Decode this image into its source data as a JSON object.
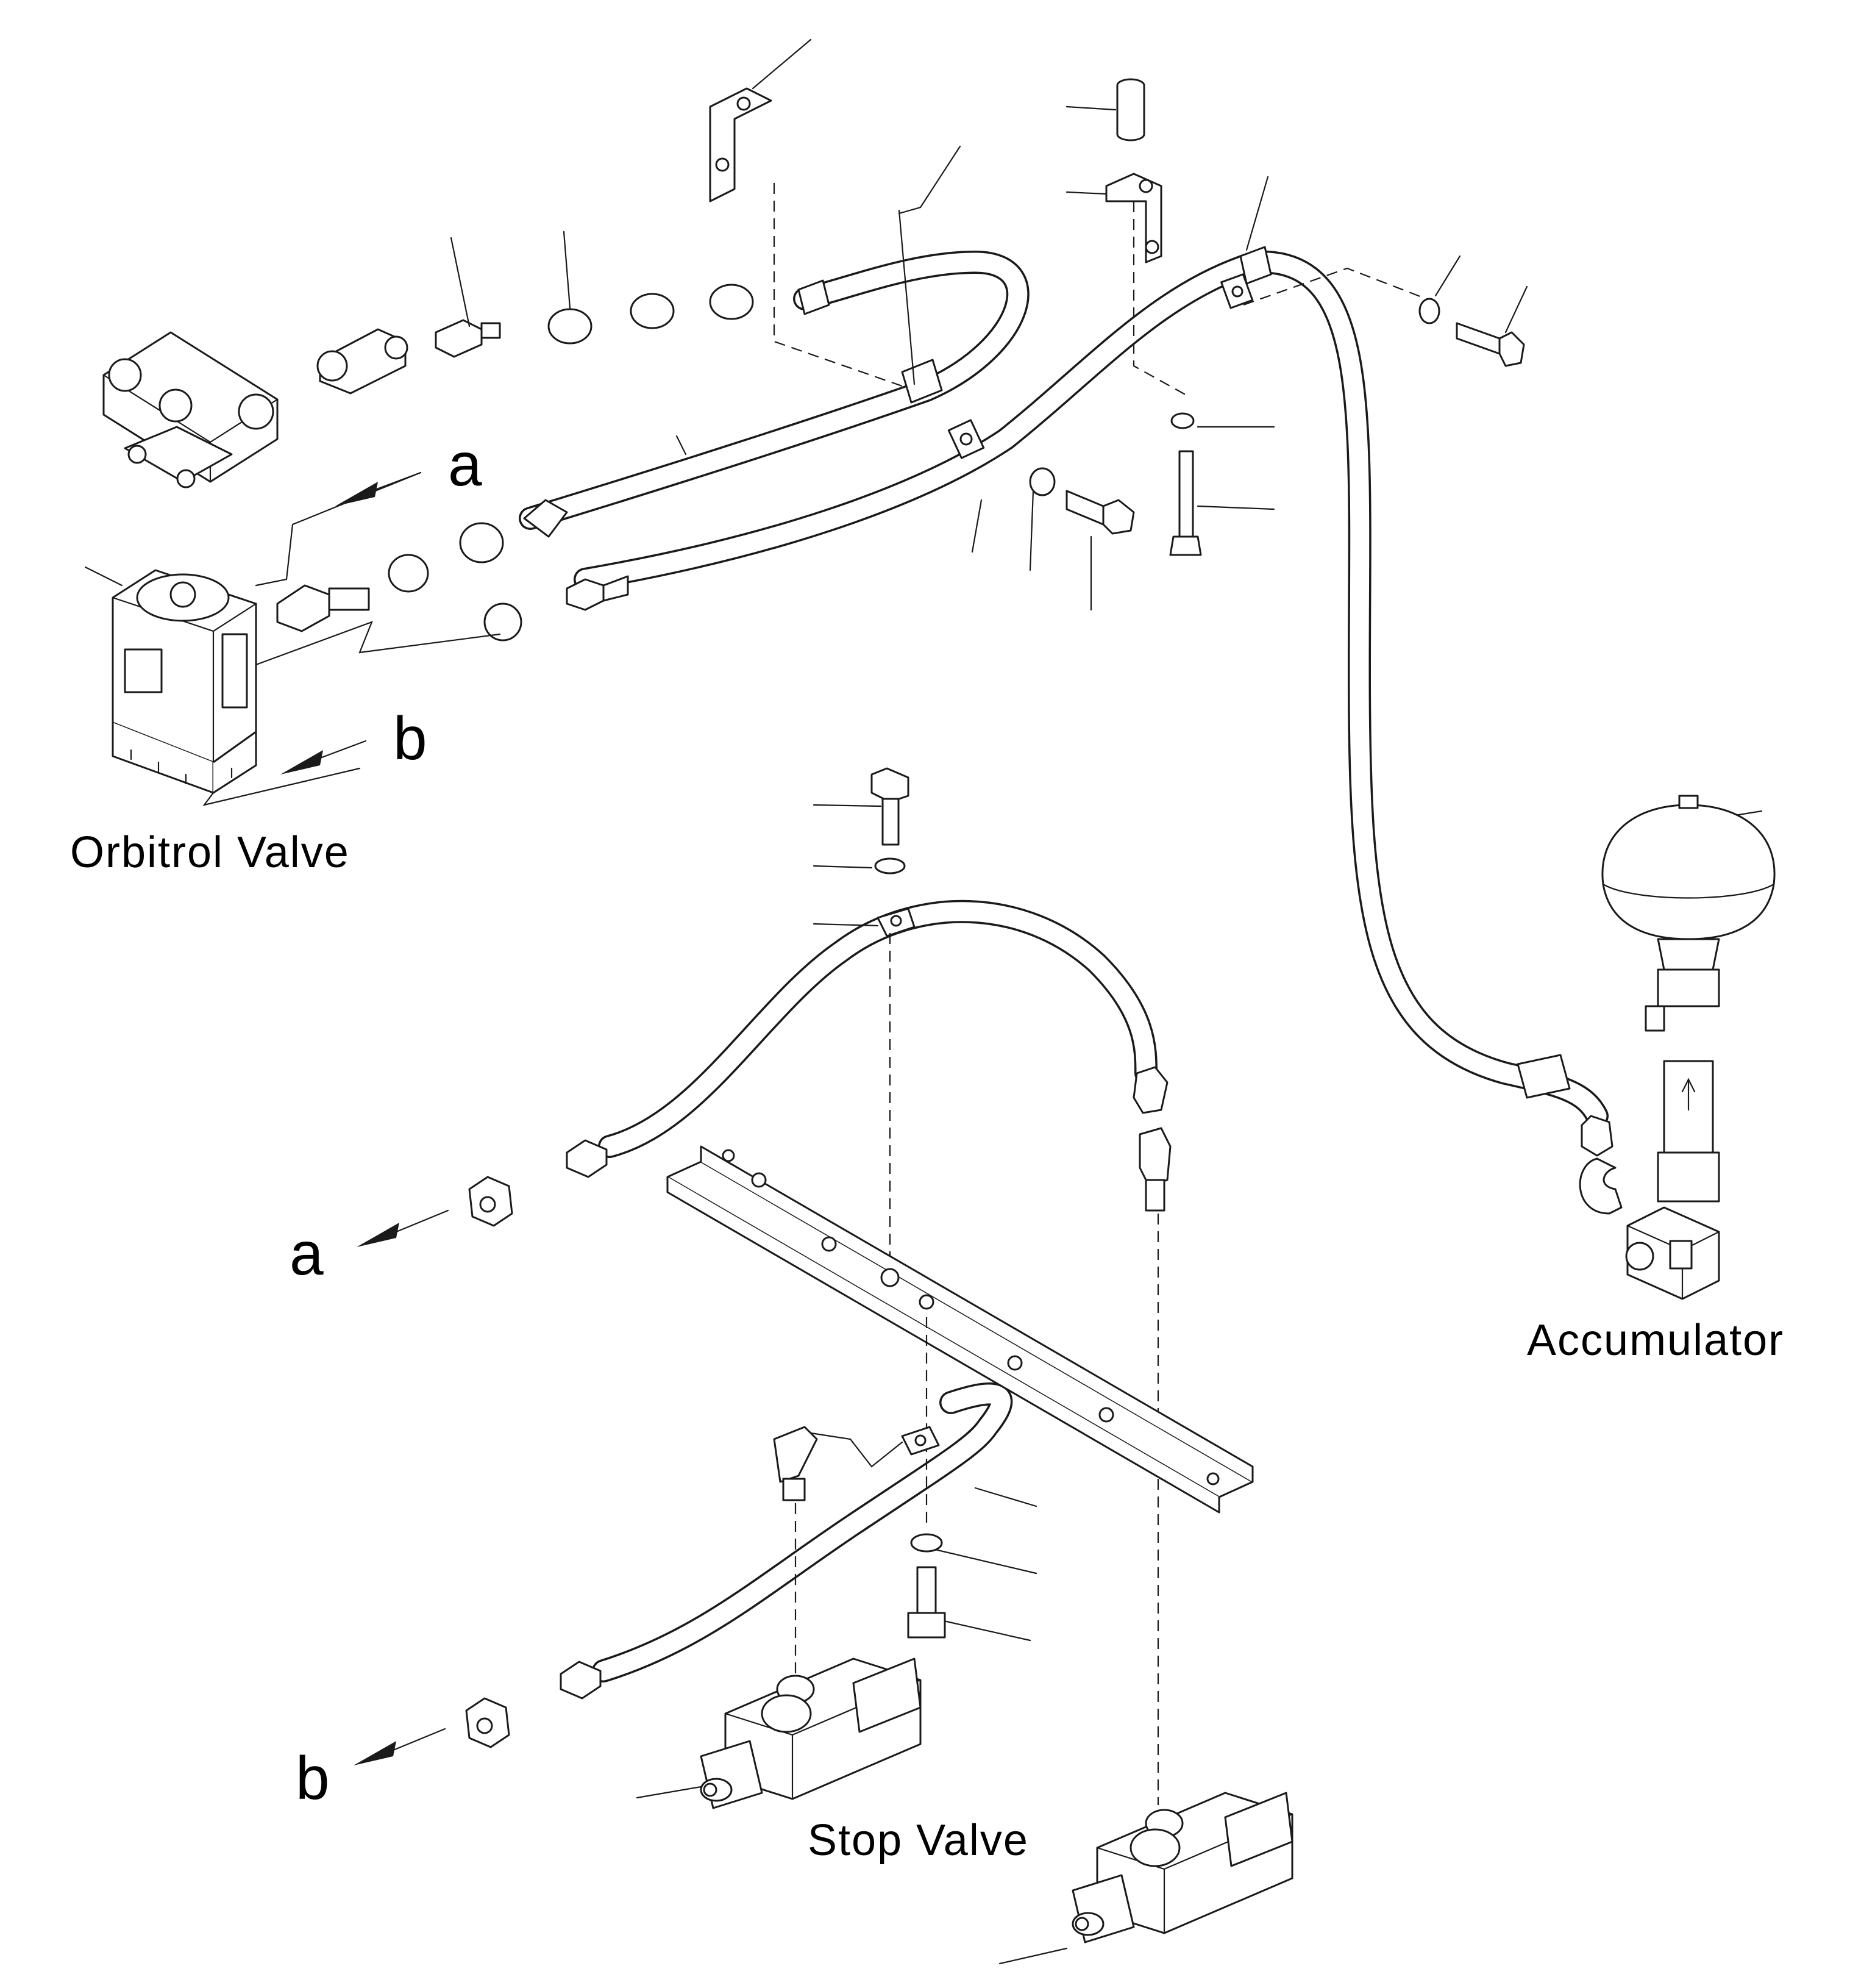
{
  "labels": {
    "orbitrol_valve": "Orbitrol Valve",
    "accumulator": "Accumulator",
    "stop_valve": "Stop Valve"
  },
  "connection_letters": {
    "a_top": "a",
    "b_top": "b",
    "a_bottom": "a",
    "b_bottom": "b"
  },
  "colors": {
    "line": "#1a1a1a",
    "background": "#ffffff"
  }
}
